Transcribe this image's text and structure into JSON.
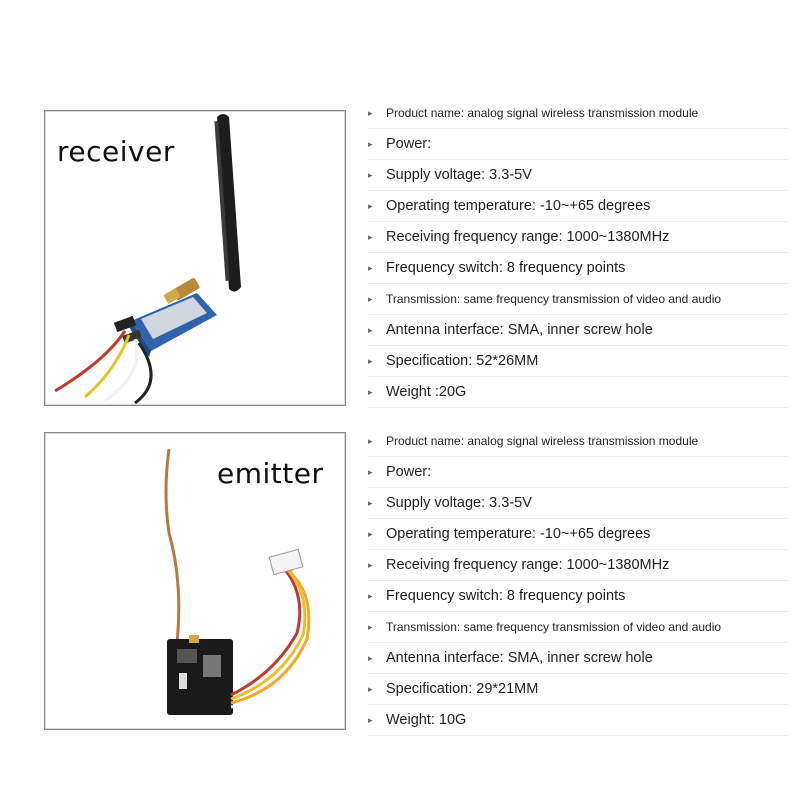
{
  "receiver": {
    "label": "receiver",
    "specs": [
      {
        "text": "Product name: analog signal wireless transmission module",
        "small": true
      },
      {
        "text": "Power:",
        "small": false
      },
      {
        "text": "Supply voltage: 3.3-5V",
        "small": false
      },
      {
        "text": "Operating temperature: -10~+65 degrees",
        "small": false
      },
      {
        "text": "Receiving frequency range: 1000~1380MHz",
        "small": false
      },
      {
        "text": "Frequency switch: 8 frequency points",
        "small": false
      },
      {
        "text": "Transmission: same frequency transmission of video and audio",
        "small": true
      },
      {
        "text": "Antenna interface: SMA, inner screw hole",
        "small": false
      },
      {
        "text": "Specification: 52*26MM",
        "small": false
      },
      {
        "text": "Weight :20G",
        "small": false
      }
    ]
  },
  "emitter": {
    "label": "emitter",
    "specs": [
      {
        "text": "Product name: analog signal wireless transmission module",
        "small": true
      },
      {
        "text": "Power:",
        "small": false
      },
      {
        "text": "Supply voltage: 3.3-5V",
        "small": false
      },
      {
        "text": "Operating temperature: -10~+65 degrees",
        "small": false
      },
      {
        "text": "Receiving frequency range: 1000~1380MHz",
        "small": false
      },
      {
        "text": "Frequency switch: 8 frequency points",
        "small": false
      },
      {
        "text": "Transmission: same frequency transmission of video and audio",
        "small": true
      },
      {
        "text": "Antenna interface: SMA, inner screw hole",
        "small": false
      },
      {
        "text": "Specification: 29*21MM",
        "small": false
      },
      {
        "text": "Weight: 10G",
        "small": false
      }
    ]
  },
  "icons": {
    "bullet": "triangle-right-icon"
  },
  "colors": {
    "border": "#8a8a8a",
    "board_blue": "#3b6fb3",
    "antenna": "#1c1c1c",
    "wire_red": "#c0392b",
    "wire_yellow": "#e6c229",
    "copper_wire": "#b87a3c"
  }
}
